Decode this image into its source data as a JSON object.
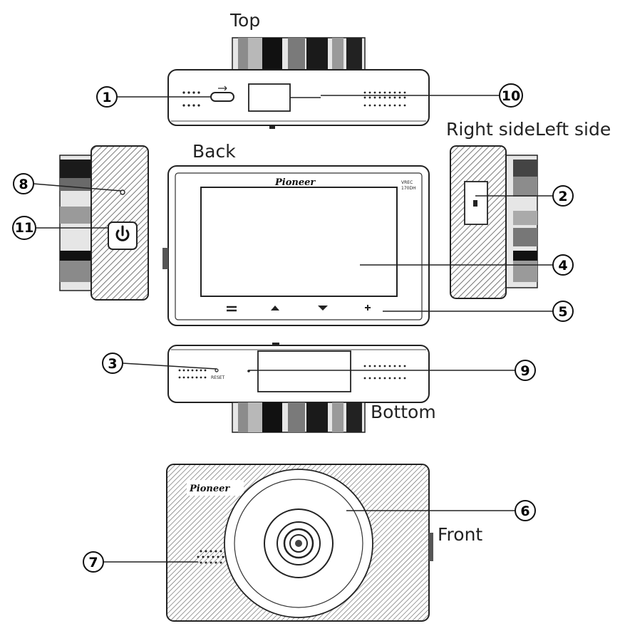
{
  "views": {
    "top": "Top",
    "right_left_side": "Right sideLeft side",
    "back": "Back",
    "bottom": "Bottom",
    "front": "Front"
  },
  "brand": "Pioneer",
  "back_badge": [
    "VREC",
    "170DH"
  ],
  "reset_label": "RESET",
  "callouts": [
    "1",
    "2",
    "3",
    "4",
    "5",
    "6",
    "7",
    "8",
    "9",
    "10",
    "11"
  ],
  "icons": [
    "usb-icon",
    "power-icon",
    "menu-icon",
    "up-arrow-icon",
    "down-arrow-icon",
    "plus-icon"
  ]
}
